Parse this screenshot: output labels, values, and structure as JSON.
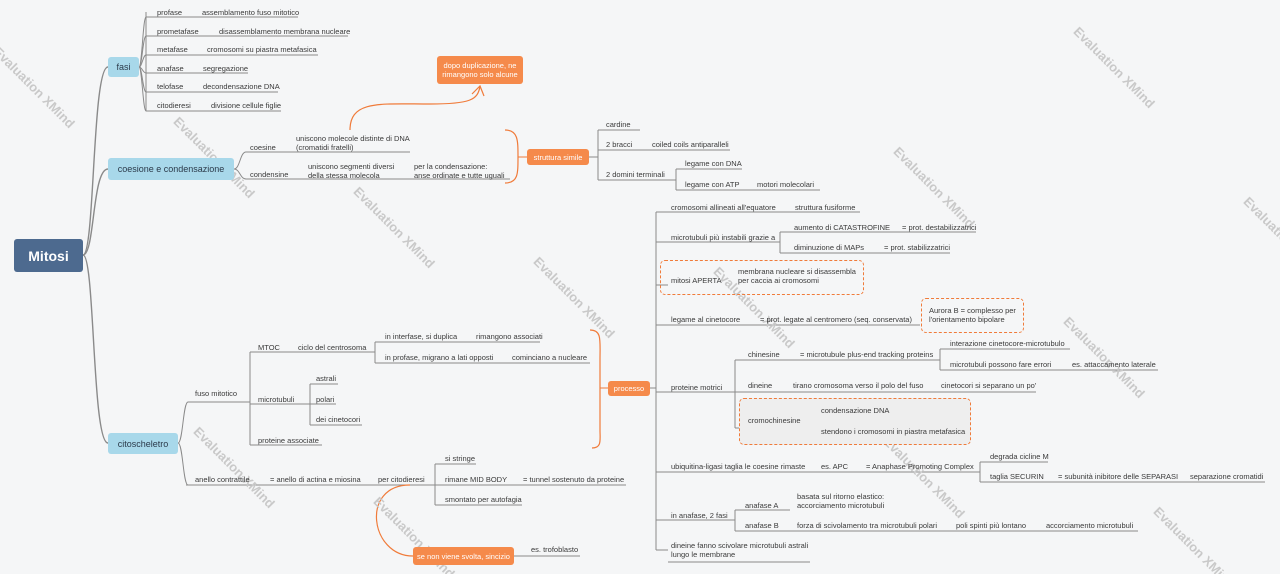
{
  "root": "Mitosi",
  "watermark": "XMind",
  "watermark_sub": "Evaluation",
  "fasi": {
    "label": "fasi",
    "items": [
      [
        "profase",
        "assemblamento fuso mitotico"
      ],
      [
        "prometafase",
        "disassemblamento membrana nucleare"
      ],
      [
        "metafase",
        "cromosomi su piastra metafasica"
      ],
      [
        "anafase",
        "segregazione"
      ],
      [
        "telofase",
        "decondensazione DNA"
      ],
      [
        "citodieresi",
        "divisione cellule figlie"
      ]
    ]
  },
  "coesione": {
    "label": "coesione e condensazione",
    "note": "dopo duplicazione, ne\nrimangono solo alcune",
    "coesine": "coesine",
    "coesine_desc": "uniscono molecole distinte di DNA\n(cromatidi fratelli)",
    "condensine": "condensine",
    "condensine_desc": "uniscono segmenti diversi\ndella stessa molecola",
    "condensine_note": "per la condensazione:\nanse ordinate e tutte uguali",
    "struttura": "struttura simile",
    "cardine": "cardine",
    "bracci": "2 bracci",
    "bracci_desc": "coiled coils antiparalleli",
    "domini": "2 domini terminali",
    "dna": "legame con DNA",
    "atp": "legame con ATP",
    "motori": "motori molecolari"
  },
  "citoscheletro": {
    "label": "citoscheletro",
    "fuso": "fuso mitotico",
    "mtoc": "MTOC",
    "ciclo": "ciclo del centrosoma",
    "interfase": "in interfase, si duplica",
    "rimangono": "rimangono associati",
    "profase": "in profase, migrano a lati opposti",
    "cominciano": "cominciano a nucleare",
    "microtubuli": "microtubuli",
    "astrali": "astrali",
    "polari": "polari",
    "cinetocori": "dei cinetocori",
    "proteine_associate": "proteine associate",
    "anello": "anello contrattile",
    "anello_desc": "= anello di actina e miosina",
    "per_citodieresi": "per citodieresi",
    "stringe": "si stringe",
    "mid_body": "rimane MID BODY",
    "tunnel": "= tunnel sostenuto da proteine",
    "smontato": "smontato per autofagia",
    "sincizio": "se non viene svolta, sincizio",
    "trofoblasto": "es. trofoblasto"
  },
  "processo": {
    "label": "processo",
    "cromosomi": "cromosomi allineati all'equatore",
    "struttura_fusiforme": "struttura fusiforme",
    "microtubuli_instabili": "microtubuli più instabili grazie a",
    "catastrofine": "aumento di CATASTROFINE",
    "destab": "= prot. destabilizzatrici",
    "maps": "diminuzione di MAPs",
    "stab": "= prot. stabilizzatrici",
    "aperta": "mitosi APERTA",
    "membrana": "membrana nucleare si disassembla\nper caccia ai cromosomi",
    "legame_cinetocore": "legame al cinetocore",
    "centromero": "= prot. legate al centromero (seq. conservata)",
    "aurora": "Aurora B = complesso per\nl'orientamento bipolare",
    "proteine_motrici": "proteine motrici",
    "chinesine": "chinesine",
    "chinesine_desc": "= microtubule plus-end tracking proteins",
    "interazione": "interazione cinetocore-microtubulo",
    "pf_errori": "microtubuli possono fare errori",
    "attaccamento": "es. attaccamento laterale",
    "dineine": "dineine",
    "dineine_desc": "tirano cromosoma verso il polo del fuso",
    "cinetocori_sep": "cinetocori si separano un po'",
    "cromochinesine": "cromochinesine",
    "condensazione": "condensazione DNA",
    "stendono": "stendono i cromosomi in piastra metafasica",
    "ubiquitina": "ubiquitina-ligasi taglia le coesine rimaste",
    "apc": "es. APC",
    "apc_desc": "= Anaphase Promoting Complex",
    "degrada": "degrada cicline M",
    "taglia": "taglia SECURIN",
    "securin_desc": "= subunità inibitore delle SEPARASI",
    "separazione": "separazione cromatidi",
    "anafase_fasi": "in anafase, 2 fasi",
    "anafase_a": "anafase A",
    "anafase_a_desc": "basata sul ritorno elastico:\naccorciamento microtubuli",
    "anafase_b": "anafase B",
    "anafase_b_desc": "forza di scivolamento tra microtubuli polari",
    "poli": "poli spinti più lontano",
    "accorciamento": "accorciamento microtubuli",
    "dineine_fanno": "dineine fanno scivolare microtubuli astrali\nlungo le membrane"
  },
  "colors": {
    "root": "#4d6a8f",
    "main_topic": "#a8d8ea",
    "accent": "#f58a4b",
    "line": "#8a8a8a"
  }
}
